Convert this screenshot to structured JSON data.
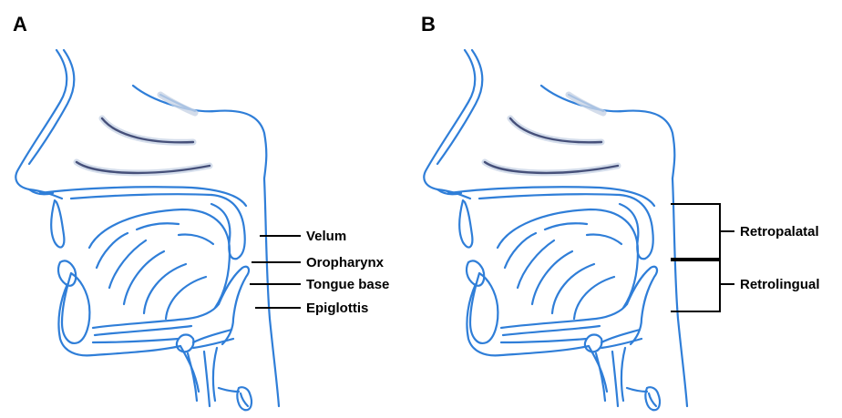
{
  "panels": [
    {
      "letter": "A",
      "labels": [
        "Velum",
        "Oropharynx",
        "Tongue base",
        "Epiglottis"
      ]
    },
    {
      "letter": "B",
      "labels": [
        "Retropalatal",
        "Retrolingual"
      ]
    }
  ],
  "colors": {
    "anatomy_outline": "#2f7ed8",
    "nasal_turbinates": "#46507a",
    "label_text": "#000000"
  }
}
